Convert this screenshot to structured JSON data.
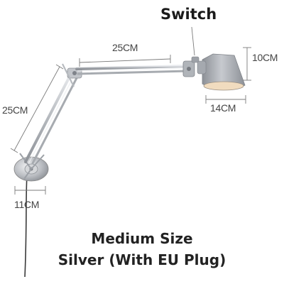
{
  "labels": {
    "switch": "Switch",
    "upper_arm_length": "25CM",
    "lower_arm_length": "25CM",
    "shade_height": "10CM",
    "shade_width": "14CM",
    "base_diameter": "11CM"
  },
  "caption": {
    "size": "Medium Size",
    "variant": "Silver (With EU Plug)"
  },
  "colors": {
    "background": "#ffffff",
    "metal": "#b9bcc1",
    "metal_dark": "#8a8e94",
    "shade": "#a9adb3",
    "text": "#222222"
  }
}
